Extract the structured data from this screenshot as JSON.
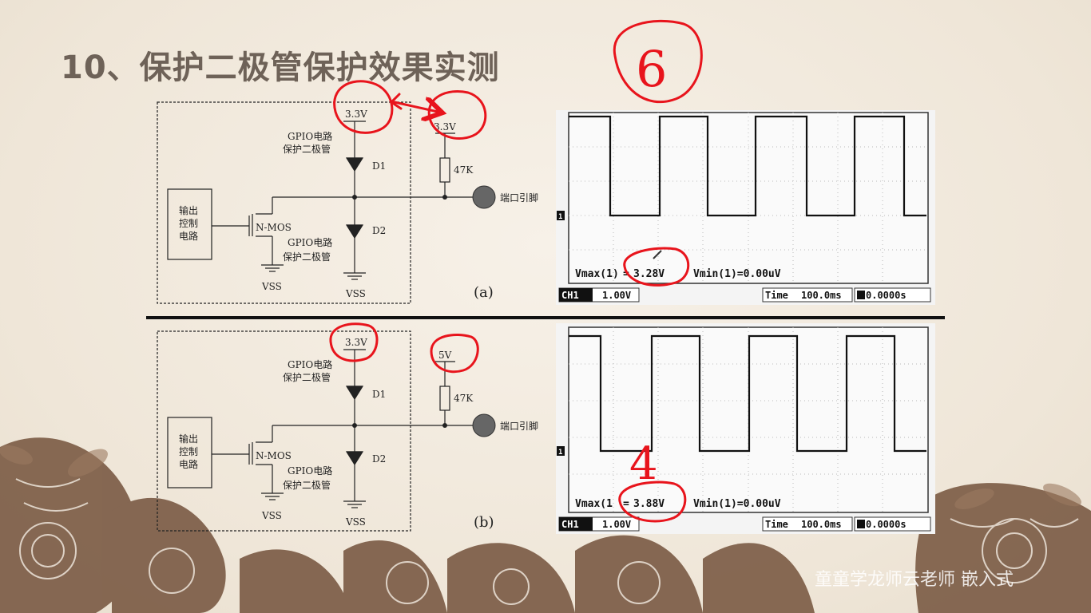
{
  "slide": {
    "title": "10、保护二极管保护效果实测",
    "watermark": "童童学龙师云老师 嵌入式"
  },
  "circuit_a": {
    "label": "(a)",
    "vcc_internal": "3.3V",
    "vcc_external": "3.3V",
    "diode1_desc_line1": "GPIO电路",
    "diode1_desc_line2": "保护二极管",
    "diode1": "D1",
    "diode2_desc_line1": "GPIO电路",
    "diode2_desc_line2": "保护二极管",
    "diode2": "D2",
    "resistor": "47K",
    "pin": "端口引脚",
    "output_line1": "输出",
    "output_line2": "控制",
    "output_line3": "电路",
    "transistor": "N-MOS",
    "vss1": "VSS",
    "vss2": "VSS"
  },
  "circuit_b": {
    "label": "(b)",
    "vcc_internal": "3.3V",
    "vcc_external": "5V",
    "diode1_desc_line1": "GPIO电路",
    "diode1_desc_line2": "保护二极管",
    "diode1": "D1",
    "diode2_desc_line1": "GPIO电路",
    "diode2_desc_line2": "保护二极管",
    "diode2": "D2",
    "resistor": "47K",
    "pin": "端口引脚",
    "output_line1": "输出",
    "output_line2": "控制",
    "output_line3": "电路",
    "transistor": "N-MOS",
    "vss1": "VSS",
    "vss2": "VSS"
  },
  "scope_a": {
    "vmax_label": "Vmax(1)",
    "vmax_eq": "=",
    "vmax_value": "3.28V",
    "vmin": "Vmin(1)=0.00uV",
    "channel": "CH1",
    "scale": "1.00V",
    "time_label": "Time",
    "time_value": "100.0ms",
    "trigger": "0.0000s",
    "marker": "1"
  },
  "scope_b": {
    "vmax_label": "Vmax(1",
    "vmax_eq": "=",
    "vmax_value": "3.88V",
    "vmin": "Vmin(1)=0.00uV",
    "channel": "CH1",
    "scale": "1.00V",
    "time_label": "Time",
    "time_value": "100.0ms",
    "trigger": "0.0000s",
    "marker": "1"
  },
  "annotations": {
    "big_number": "6",
    "low_level_note": "4"
  },
  "colors": {
    "annotation": "#e8141c",
    "title": "#6e6258",
    "decoration": "#7a5a44"
  }
}
